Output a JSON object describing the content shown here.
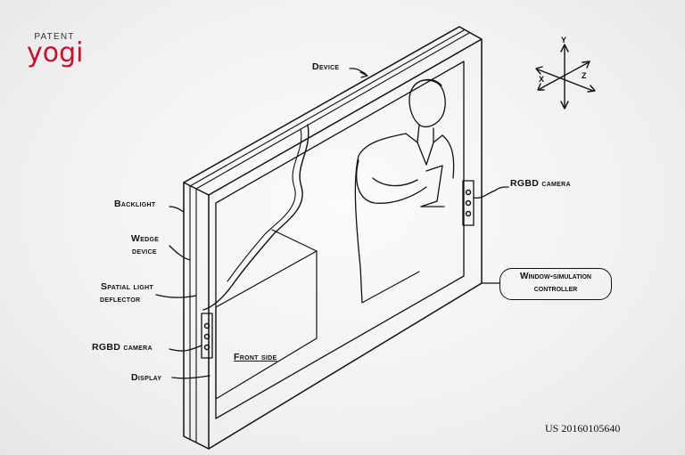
{
  "logo": {
    "top": "PATENT",
    "main": "yogi"
  },
  "labels": {
    "device": "Device",
    "backlight": "Backlight",
    "wedge_line1": "Wedge",
    "wedge_line2": "device",
    "spatial_line1": "Spatial light",
    "spatial_line2": "deflector",
    "rgbd_left": "RGBD camera",
    "display": "Display",
    "front_side": "Front side",
    "rgbd_right": "RGBD camera",
    "controller_line1": "Window-simulation",
    "controller_line2": "controller"
  },
  "axes": {
    "y": "Y",
    "x": "X",
    "z": "Z"
  },
  "patent_number": "US 20160105640"
}
